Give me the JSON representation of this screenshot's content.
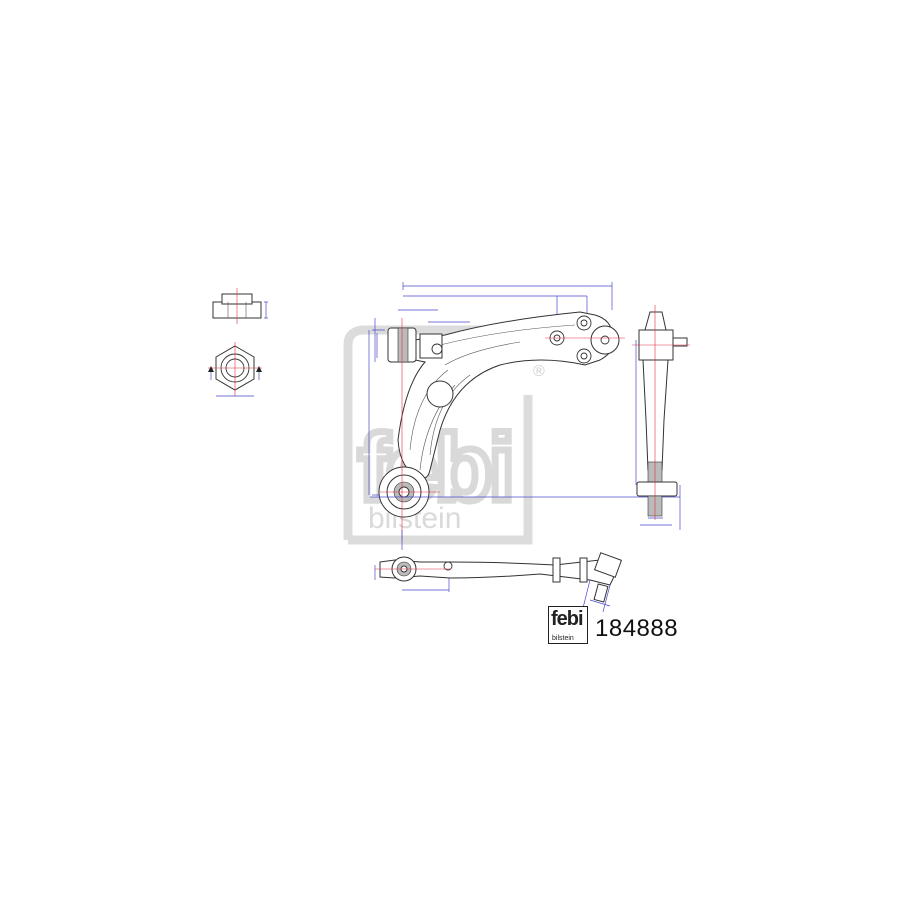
{
  "product": {
    "part_number": "184888",
    "brand_logo": {
      "line1": "febi",
      "line2": "bilstein",
      "registered_mark": "®"
    }
  },
  "views": [
    "nut-side-view",
    "nut-top-view",
    "arm-top-view",
    "arm-side-view",
    "arm-front-view"
  ],
  "colors": {
    "outline": "#333333",
    "dimension_lines": "#4a4acc",
    "center_lines": "#e03040",
    "watermark": "#d9d9d9"
  }
}
